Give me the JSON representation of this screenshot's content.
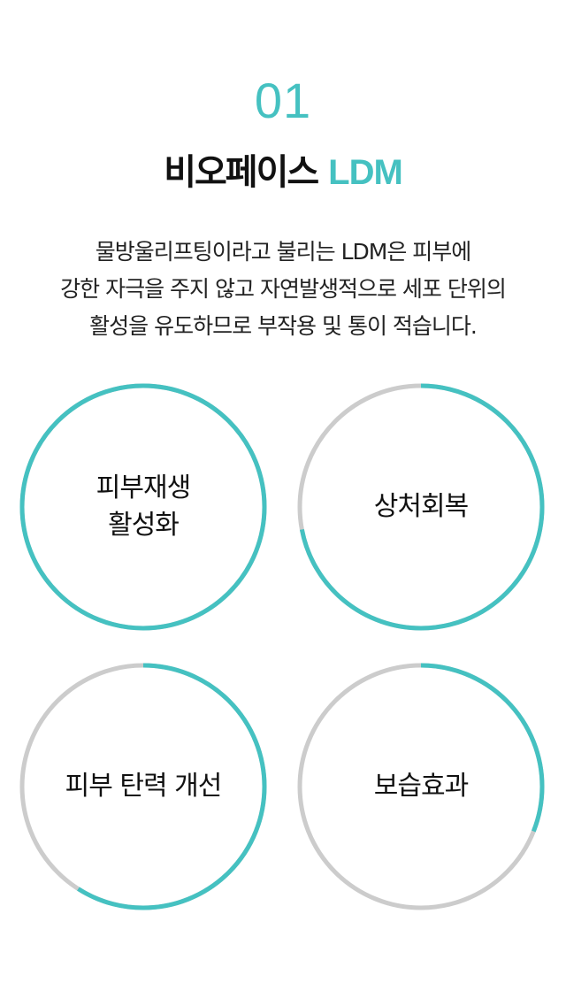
{
  "header": {
    "number": "01",
    "title_main": "비오페이스",
    "title_accent": "LDM"
  },
  "description": {
    "lines": [
      "물방울리프팅이라고 불리는 LDM은 피부에",
      "강한 자극을 주지 않고 자연발생적으로 세포 단위의",
      "활성을 유도하므로 부작용 및 통이 적습니다."
    ]
  },
  "colors": {
    "accent": "#45c1c1",
    "ring_track": "#cccccc",
    "text": "#111111"
  },
  "benefits": [
    {
      "lines": [
        "피부재생",
        "활성화"
      ],
      "progress": 1.0
    },
    {
      "lines": [
        "상처회복"
      ],
      "progress": 0.72
    },
    {
      "lines": [
        "피부 탄력 개선"
      ],
      "progress": 0.59
    },
    {
      "lines": [
        "보습효과"
      ],
      "progress": 0.31
    }
  ]
}
